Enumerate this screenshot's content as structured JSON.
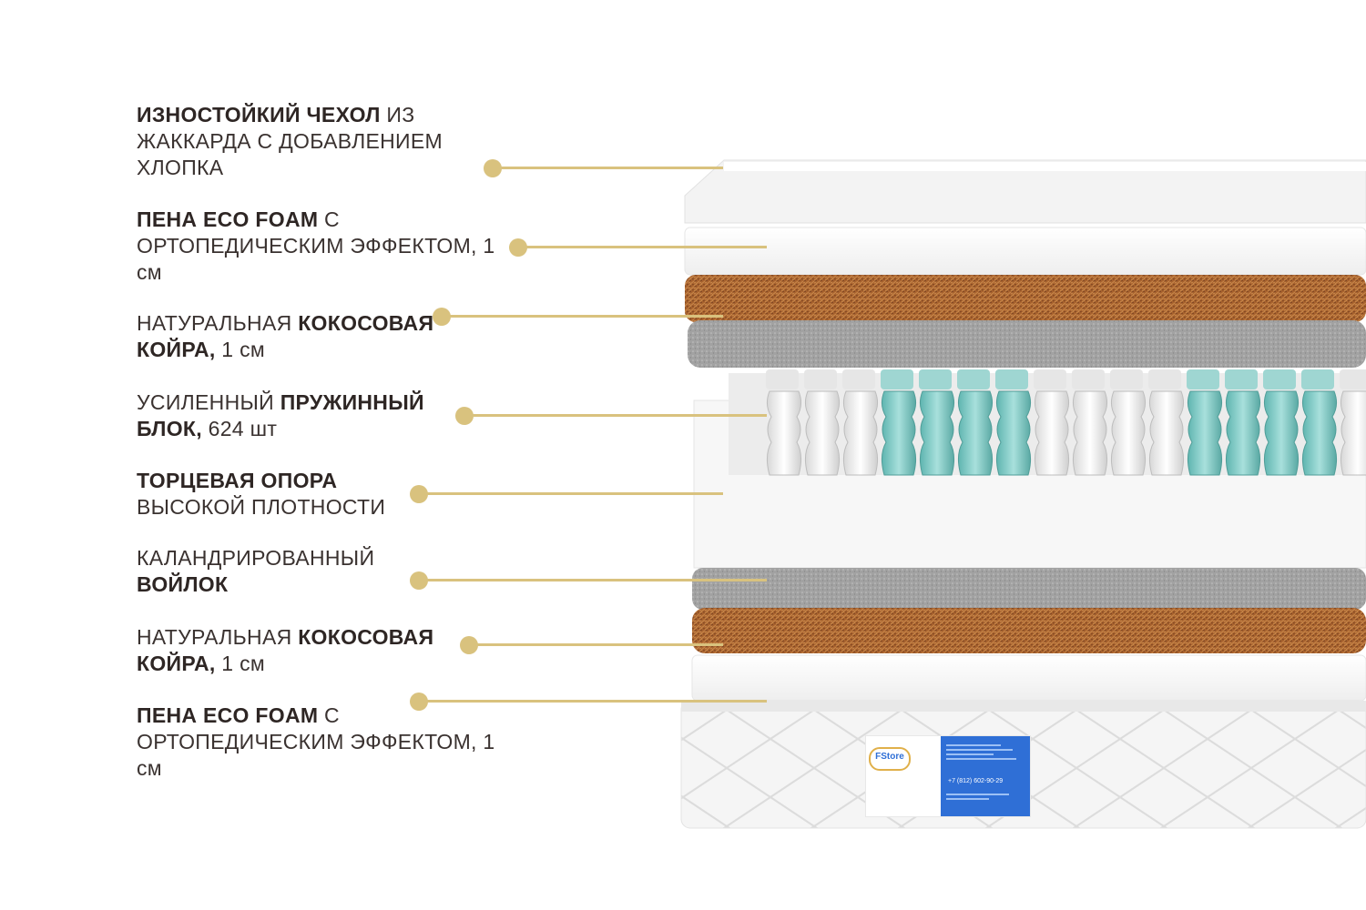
{
  "layers": [
    {
      "bold": "ИЗНОСТОЙКИЙ ЧЕХОЛ",
      "text": " ИЗ ЖАККАРДА С ДОБАВЛЕНИЕМ ХЛОПКА"
    },
    {
      "bold": "ПЕНА ECO FOAM",
      "text": " С ОРТОПЕДИЧЕСКИМ ЭФФЕКТОМ, 1 см"
    },
    {
      "pre": "НАТУРАЛЬНАЯ ",
      "bold": "КОКОСОВАЯ КОЙРА,",
      "text": " 1 см"
    },
    {
      "pre": "УСИЛЕННЫЙ ",
      "bold": "ПРУЖИННЫЙ БЛОК,",
      "text": " 624 шт"
    },
    {
      "bold": "ТОРЦЕВАЯ ОПОРА",
      "text": " ВЫСОКОЙ ПЛОТНОСТИ"
    },
    {
      "pre": "КАЛАНДРИРОВАННЫЙ ",
      "bold": "ВОЙЛОК",
      "text": ""
    },
    {
      "pre": "НАТУРАЛЬНАЯ ",
      "bold": "КОКОСОВАЯ КОЙРА,",
      "text": " 1 см"
    },
    {
      "bold": "ПЕНА ECO FOAM",
      "text": " С ОРТОПЕДИЧЕСКИМ ЭФФЕКТОМ, 1 см"
    }
  ],
  "tag": {
    "brand": "FStore",
    "phone": "+7 (812) 602-90-29"
  },
  "colors": {
    "accent": "#d9c27e",
    "coir": "#a9632e",
    "felt": "#9a9a9a",
    "spring_teal": "#7fc8c4",
    "tag_blue": "#2f6fd6"
  }
}
